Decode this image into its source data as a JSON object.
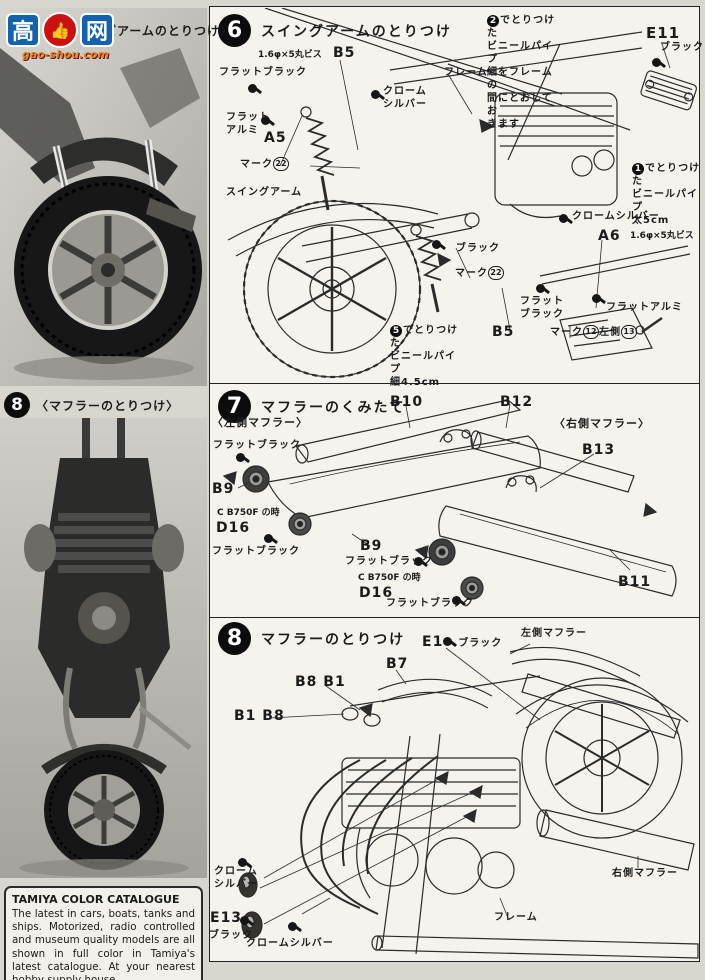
{
  "watermark": {
    "logo_char_left": "高",
    "logo_char_right": "网",
    "thumb": "👍",
    "domain": "gao-shou.com"
  },
  "left_column": {
    "photo1_caption": "グアームのとりつけ〉",
    "photo2_step": "8",
    "photo2_caption": "〈マフラーのとりつけ〉",
    "catalogue": {
      "title": "TAMIYA COLOR CATALOGUE",
      "body": "The latest in cars, boats, tanks and ships. Motorized, radio controlled and museum quality models are all shown in full color in Tamiya's latest catalogue. At your nearest hobby supply house."
    }
  },
  "section6": {
    "number": "6",
    "title": "スイングアームのとりつけ",
    "note_top": {
      "num": "2",
      "text": "でとりつけた\nビニールパイプ\n細をフレームの\n間にとおしてお\nきます"
    },
    "note_right": {
      "num": "1",
      "text": "でとりつけた\nビニールパイプ\n太5cm"
    },
    "note_bottom": {
      "num": "5",
      "text": "でとりつけた\nビニールパイプ\n細4.5cm"
    },
    "labels": {
      "screw_spec_top": "1.6φ×5丸ビス",
      "b5_top": "B5",
      "flat_black_top": "フラットブラック",
      "frame": "フレーム",
      "chrome_silver_top": "クローム\nシルバー",
      "e11": "E11",
      "e11_color": "ブラック",
      "flat_alumi_left": "フラット\nアルミ",
      "a5": "A5",
      "mark_pre": "マーク",
      "mark22": "22",
      "swing_arm": "スイングアーム",
      "chrome_silver_right": "クロームシルバー",
      "a6": "A6",
      "screw_spec_right": "1.6φ×5丸ビス",
      "shock_color": "ブラック",
      "flat_black_bottom": "フラット\nブラック",
      "flat_alumi_right": "フラットアルミ",
      "b5_bottom": "B5",
      "mark12_pre": "マーク",
      "mark12_num": "12",
      "mark12_mid": "左側",
      "mark12_num2": "13"
    }
  },
  "section7": {
    "number": "7",
    "title": "マフラーのくみたて",
    "labels": {
      "left_muffler": "〈左側マフラー〉",
      "right_muffler": "〈右側マフラー〉",
      "b10": "B10",
      "b12": "B12",
      "b13": "B13",
      "b11": "B11",
      "b9_left": "B9",
      "b9_mid": "B9",
      "d16_left": "D16",
      "d16_mid": "D16",
      "cb750f_left": "C B750F の時",
      "cb750f_mid": "C B750F の時",
      "flat_black_1": "フラットブラック",
      "flat_black_2": "フラットブラック",
      "flat_black_3": "フラットブラック",
      "flat_black_4": "フラットブラック"
    }
  },
  "section8": {
    "number": "8",
    "title": "マフラーのとりつけ",
    "labels": {
      "e1": "E1",
      "e1_color": "ブラック",
      "left_muffler": "左側マフラー",
      "b7": "B7",
      "b8_b1": "B8  B1",
      "b1_b8": "B1  B8",
      "chrome_silver_1": "クローム\nシルバー",
      "e13": "E13",
      "e13_color": "ブラック",
      "chrome_silver_2": "クロームシルバー",
      "frame": "フレーム",
      "right_muffler": "右側マフラー"
    }
  }
}
